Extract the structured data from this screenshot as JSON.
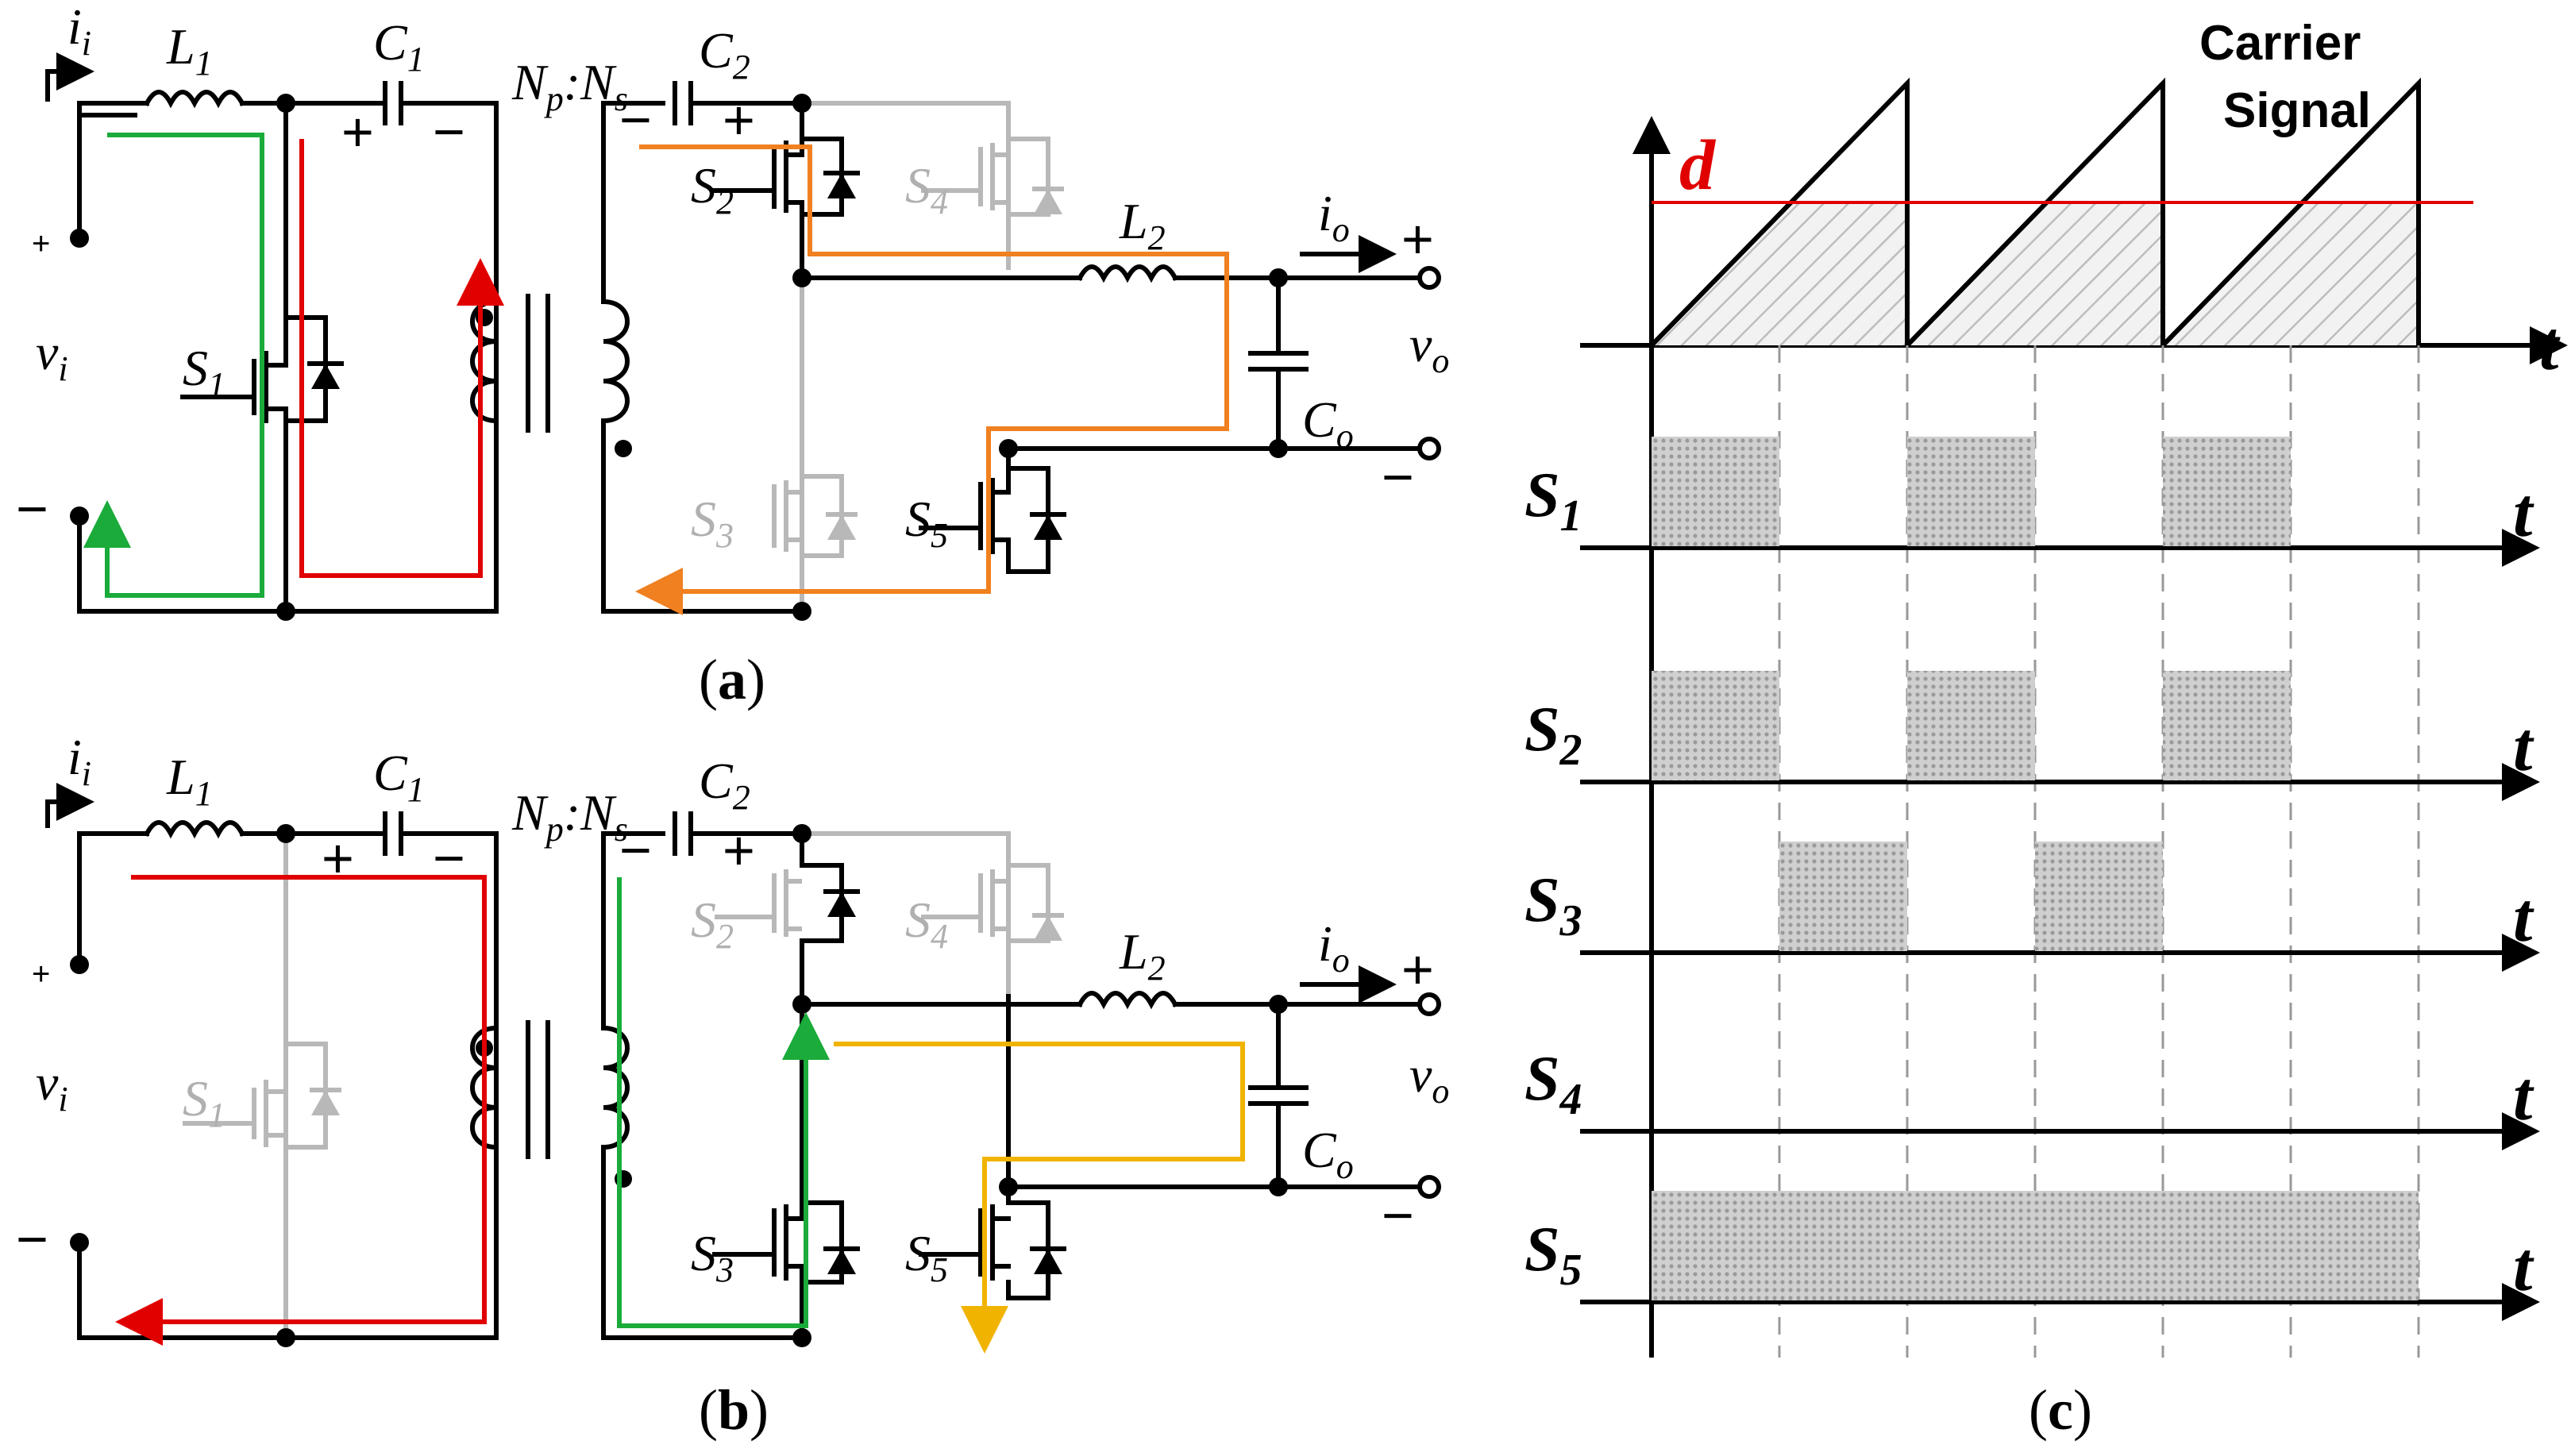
{
  "panel_a": {
    "caption": "(a)",
    "ii": "i",
    "ii_sub": "i",
    "L1": "L",
    "L1_sub": "1",
    "C1": "C",
    "C1_sub": "1",
    "turns": "N",
    "turns_p": "p",
    "turns_colon": ":N",
    "turns_s": "s",
    "C2": "C",
    "C2_sub": "2",
    "S1": "S",
    "S1_sub": "1",
    "S2": "S",
    "S2_sub": "2",
    "S3": "S",
    "S3_sub": "3",
    "S4": "S",
    "S4_sub": "4",
    "S5": "S",
    "S5_sub": "5",
    "L2": "L",
    "L2_sub": "2",
    "io": "i",
    "io_sub": "o",
    "Co": "C",
    "Co_sub": "o",
    "vi": "v",
    "vi_sub": "i",
    "vo": "v",
    "vo_sub": "o",
    "plus": "+",
    "minus": "−"
  },
  "panel_b": {
    "caption": "(b)"
  },
  "panel_c": {
    "caption": "(c)",
    "carrier_line1": "Carrier",
    "carrier_line2": "Signal",
    "d_label": "d",
    "t_label": "t",
    "signals": [
      {
        "name": "S",
        "sub": "1",
        "on_intervals": [
          [
            0,
            0.5
          ],
          [
            1,
            1.5
          ],
          [
            2,
            2.5
          ]
        ]
      },
      {
        "name": "S",
        "sub": "2",
        "on_intervals": [
          [
            0,
            0.5
          ],
          [
            1,
            1.5
          ],
          [
            2,
            2.5
          ]
        ]
      },
      {
        "name": "S",
        "sub": "3",
        "on_intervals": [
          [
            0.5,
            1
          ],
          [
            1.5,
            2
          ]
        ]
      },
      {
        "name": "S",
        "sub": "4",
        "on_intervals": []
      },
      {
        "name": "S",
        "sub": "5",
        "on_intervals": [
          [
            0,
            3
          ]
        ]
      }
    ]
  },
  "colors": {
    "red": "#e00000",
    "green": "#1aab3a",
    "orange": "#f08020",
    "yellow": "#f0b400",
    "gray": "#b8b8b8",
    "fill": "#bdbdbd"
  }
}
